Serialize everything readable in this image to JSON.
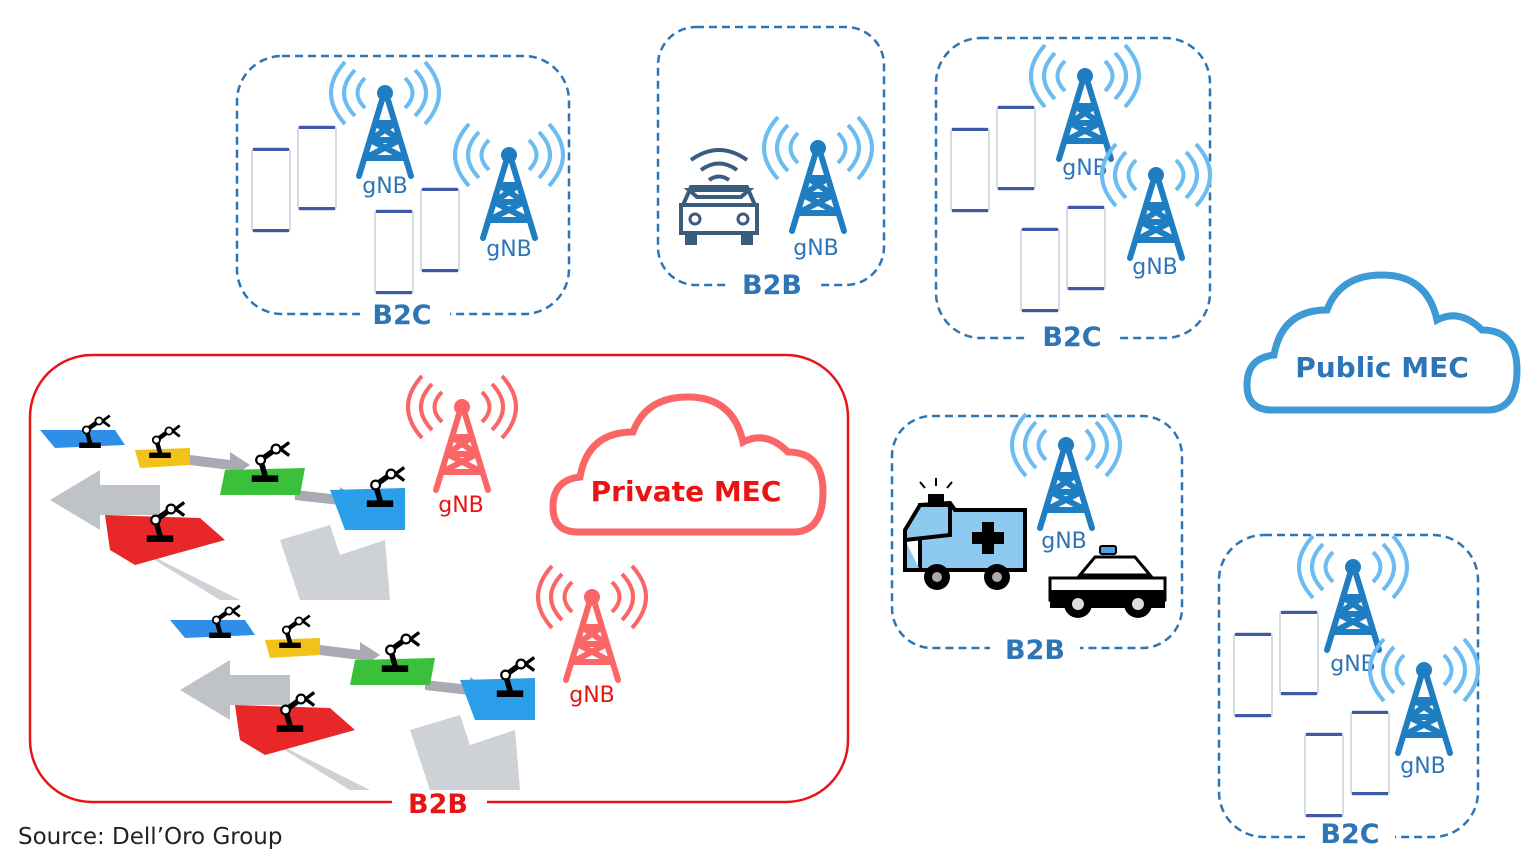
{
  "colors": {
    "blue": "#2e75b6",
    "tower_blue": "#1f7ec1",
    "wave_blue": "#6cbcf2",
    "red": "#e81414",
    "tower_red": "#fa6666",
    "phone_edge": "#3d5aa8"
  },
  "labels": {
    "gnb": "gNB",
    "b2c": "B2C",
    "b2b": "B2B",
    "public_mec": "Public MEC",
    "private_mec": "Private MEC"
  },
  "groups": [
    {
      "id": "b2c-left",
      "label": "B2C"
    },
    {
      "id": "b2b-car",
      "label": "B2B"
    },
    {
      "id": "b2c-mid",
      "label": "B2C"
    },
    {
      "id": "b2b-emergency",
      "label": "B2B"
    },
    {
      "id": "b2c-right",
      "label": "B2C"
    },
    {
      "id": "b2b-private",
      "label": "B2B"
    }
  ],
  "icons": [
    "phone-icon",
    "cell-tower-icon",
    "connected-car-icon",
    "ambulance-icon",
    "police-car-icon",
    "robot-arm-icon",
    "cloud-icon"
  ],
  "source": "Source: Dell’Oro Group"
}
